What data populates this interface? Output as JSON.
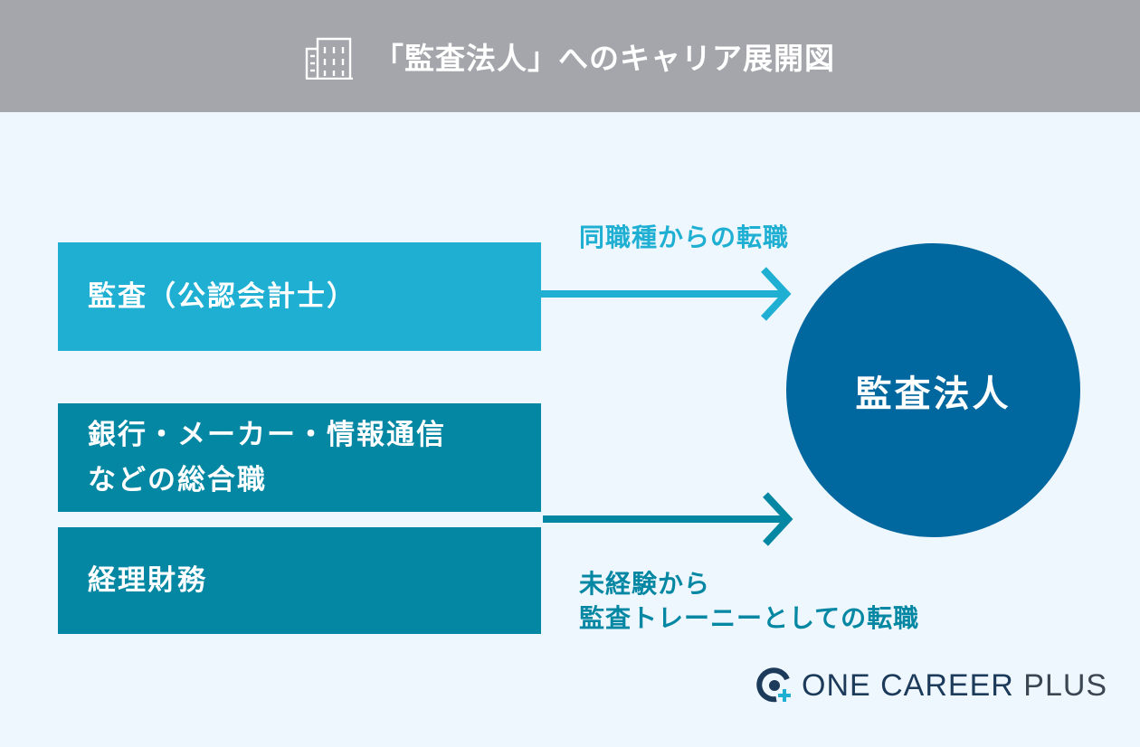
{
  "header": {
    "title": "「監査法人」へのキャリア展開図",
    "icon": "building-icon"
  },
  "sources": [
    {
      "label": "監査（公認会計士）",
      "color": "#1eafd3"
    },
    {
      "label": "銀行・メーカー・情報通信\nなどの総合職",
      "color": "#0387a3"
    },
    {
      "label": "経理財務",
      "color": "#0387a3"
    }
  ],
  "target": {
    "label": "監査法人",
    "color": "#00679f"
  },
  "routes": [
    {
      "label": "同職種からの転職",
      "color": "#1eafd3"
    },
    {
      "label": "未経験から\n監査トレーニーとしての転職",
      "color": "#0387a3"
    }
  ],
  "brand": {
    "name_bold": "ONE CAREER",
    "name_light": "PLUS",
    "icon": "one-career-logo-icon",
    "color": "#1c3a59"
  },
  "colors": {
    "background": "#eff7fe",
    "header": "#a4a6ab"
  }
}
